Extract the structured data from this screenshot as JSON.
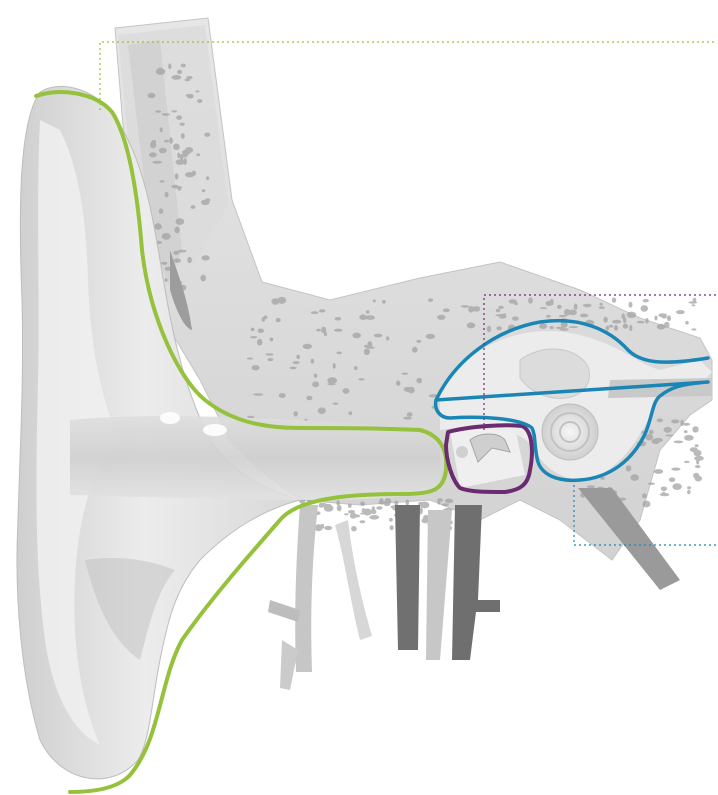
{
  "diagram": {
    "subject": "ear-cross-section",
    "colors": {
      "background": "#ffffff",
      "outer_ear_outline": "#95c13d",
      "middle_ear_outline": "#6b2c6f",
      "inner_ear_outline": "#1a86b5",
      "tissue_light": "#e9e9e9",
      "tissue_mid": "#d6d6d6",
      "tissue_dark": "#b8b8b8",
      "bone_pore": "#9b9b9b",
      "vessel_dark": "#6f6f6f",
      "vessel_light": "#c9c9c9"
    },
    "regions": [
      {
        "id": "outer-ear",
        "color_key": "outer_ear_outline"
      },
      {
        "id": "middle-ear",
        "color_key": "middle_ear_outline"
      },
      {
        "id": "inner-ear",
        "color_key": "inner_ear_outline"
      }
    ]
  }
}
